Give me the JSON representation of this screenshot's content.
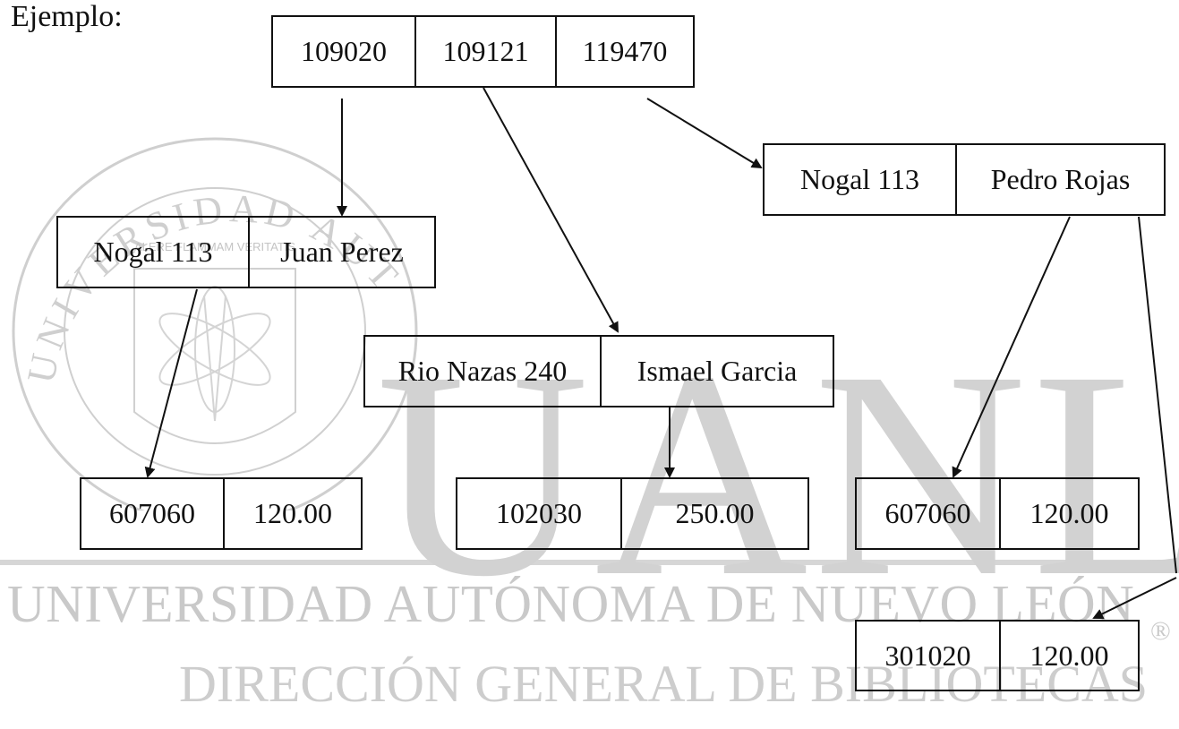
{
  "heading": "Ejemplo:",
  "watermark": {
    "logo_text": "UANL",
    "university": "UNIVERSIDAD AUTÓNOMA DE NUEVO LEÓN",
    "directorate": "DIRECCIÓN GENERAL DE BIBLIOTECAS",
    "registered_mark": "®",
    "seal_text": "UNIVERSIDAD AUTONOMA DE NUEVO LEON",
    "seal_motto": "ALERE FLAMMAM VERITATIS"
  },
  "records": {
    "root": [
      "109020",
      "109121",
      "119470"
    ],
    "r1": [
      "Nogal 113",
      "Juan Perez"
    ],
    "r2": [
      "Rio Nazas 240",
      "Ismael Garcia"
    ],
    "r3": [
      "Nogal  113",
      "Pedro Rojas"
    ],
    "r4": [
      "607060",
      "120.00"
    ],
    "r5": [
      "102030",
      "250.00"
    ],
    "r6": [
      "607060",
      "120.00"
    ],
    "r7": [
      "301020",
      "120.00"
    ]
  },
  "colors": {
    "ink": "#111111",
    "watermark": "#cfcfcf"
  }
}
